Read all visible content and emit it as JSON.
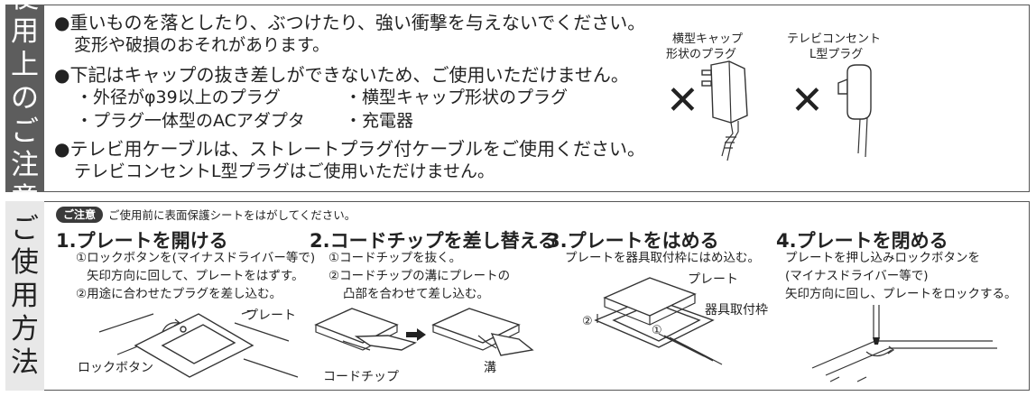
{
  "caution": {
    "tab": [
      "使",
      "用",
      "上",
      "の",
      "ご",
      "注",
      "意"
    ],
    "bullets": [
      {
        "mark": "●",
        "main": "重いものを落としたり、ぶつけたり、強い衝撃を与えないでください。",
        "sub": "変形や破損のおそれがあります。"
      },
      {
        "mark": "●",
        "main": "下記はキャップの抜き差しができないため、ご使用いただけません。",
        "items": [
          "・外径がφ39以上のプラグ",
          "・横型キャップ形状のプラグ",
          "・プラグ一体型のACアダプタ",
          "・充電器"
        ]
      },
      {
        "mark": "●",
        "main": "テレビ用ケーブルは、ストレートプラグ付ケーブルをご使用ください。",
        "sub": "テレビコンセントL型プラグはご使用いただけません。"
      }
    ],
    "figures": [
      {
        "label1": "横型キャップ",
        "label2": "形状のプラグ",
        "mark": "✕"
      },
      {
        "label1": "テレビコンセント",
        "label2": "L型プラグ",
        "mark": "✕"
      }
    ]
  },
  "usage": {
    "tab": [
      "ご",
      "使",
      "用",
      "方",
      "法"
    ],
    "note_badge": "ご注意",
    "note_text": "ご使用前に表面保護シートをはがしてください。",
    "steps": [
      {
        "title": "1.プレートを開ける",
        "lines": [
          "①ロックボタンを(マイナスドライバー等で)",
          "矢印方向に回して、プレートをはずす。",
          "②用途に合わせたプラグを差し込む。"
        ],
        "labels": {
          "plate": "プレート",
          "lock": "ロックボタン"
        }
      },
      {
        "title": "2.コードチップを差し替える",
        "lines": [
          "①コードチップを抜く。",
          "②コードチップの溝にプレートの",
          "凸部を合わせて差し込む。"
        ],
        "labels": {
          "chip": "コードチップ",
          "groove": "溝"
        }
      },
      {
        "title": "3.プレートをはめる",
        "lines": [
          "プレートを器具取付枠にはめ込む。"
        ],
        "labels": {
          "plate": "プレート",
          "frame": "器具取付枠",
          "n1": "①",
          "n2": "②"
        }
      },
      {
        "title": "4.プレートを閉める",
        "lines": [
          "プレートを押し込みロックボタンを",
          "(マイナスドライバー等で)",
          "矢印方向に回し、プレートをロックする。"
        ]
      }
    ]
  }
}
